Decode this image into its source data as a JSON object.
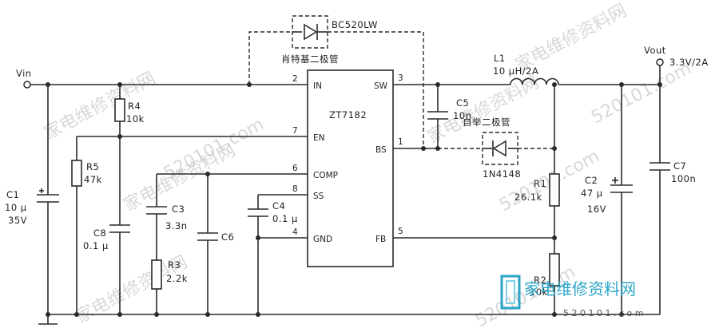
{
  "vin": "Vin",
  "vout": "Vout",
  "vout_spec": "3.3V/2A",
  "ic": {
    "name": "ZT7182",
    "pins": [
      {
        "num": "2",
        "name": "IN"
      },
      {
        "num": "7",
        "name": "EN"
      },
      {
        "num": "6",
        "name": "COMP"
      },
      {
        "num": "8",
        "name": "SS"
      },
      {
        "num": "4",
        "name": "GND"
      },
      {
        "num": "3",
        "name": "SW"
      },
      {
        "num": "1",
        "name": "BS"
      },
      {
        "num": "5",
        "name": "FB"
      }
    ]
  },
  "schottky": {
    "part": "BC520LW",
    "label": "肖特基二极管"
  },
  "bootstrap": {
    "part": "1N4148",
    "label": "自举二极管"
  },
  "components": {
    "C1": {
      "ref": "C1",
      "l1": "10 μ",
      "l2": "35V"
    },
    "R4": {
      "ref": "R4",
      "value": "10k"
    },
    "R5": {
      "ref": "R5",
      "value": "47k"
    },
    "C8": {
      "ref": "C8",
      "value": "0.1 μ"
    },
    "C3": {
      "ref": "C3",
      "value": "3.3n"
    },
    "R3": {
      "ref": "R3",
      "value": "2.2k"
    },
    "C6": {
      "ref": "C6"
    },
    "C4": {
      "ref": "C4",
      "value": "0.1 μ"
    },
    "C5": {
      "ref": "C5",
      "value": "10n"
    },
    "L1": {
      "ref": "L1",
      "value": "10 μH/2A"
    },
    "R1": {
      "ref": "R1",
      "value": "26.1k"
    },
    "R2": {
      "ref": "R2",
      "value": "10k"
    },
    "C2": {
      "ref": "C2",
      "l1": "47 μ",
      "l2": "16V"
    },
    "C7": {
      "ref": "C7",
      "value": "100n"
    }
  },
  "watermark": {
    "cn": "家电维修资料网",
    "url": "520101.com",
    "logo_cn": "家电维修资料网",
    "logo_url": "5 2 0 1 0 1 . c o m"
  }
}
